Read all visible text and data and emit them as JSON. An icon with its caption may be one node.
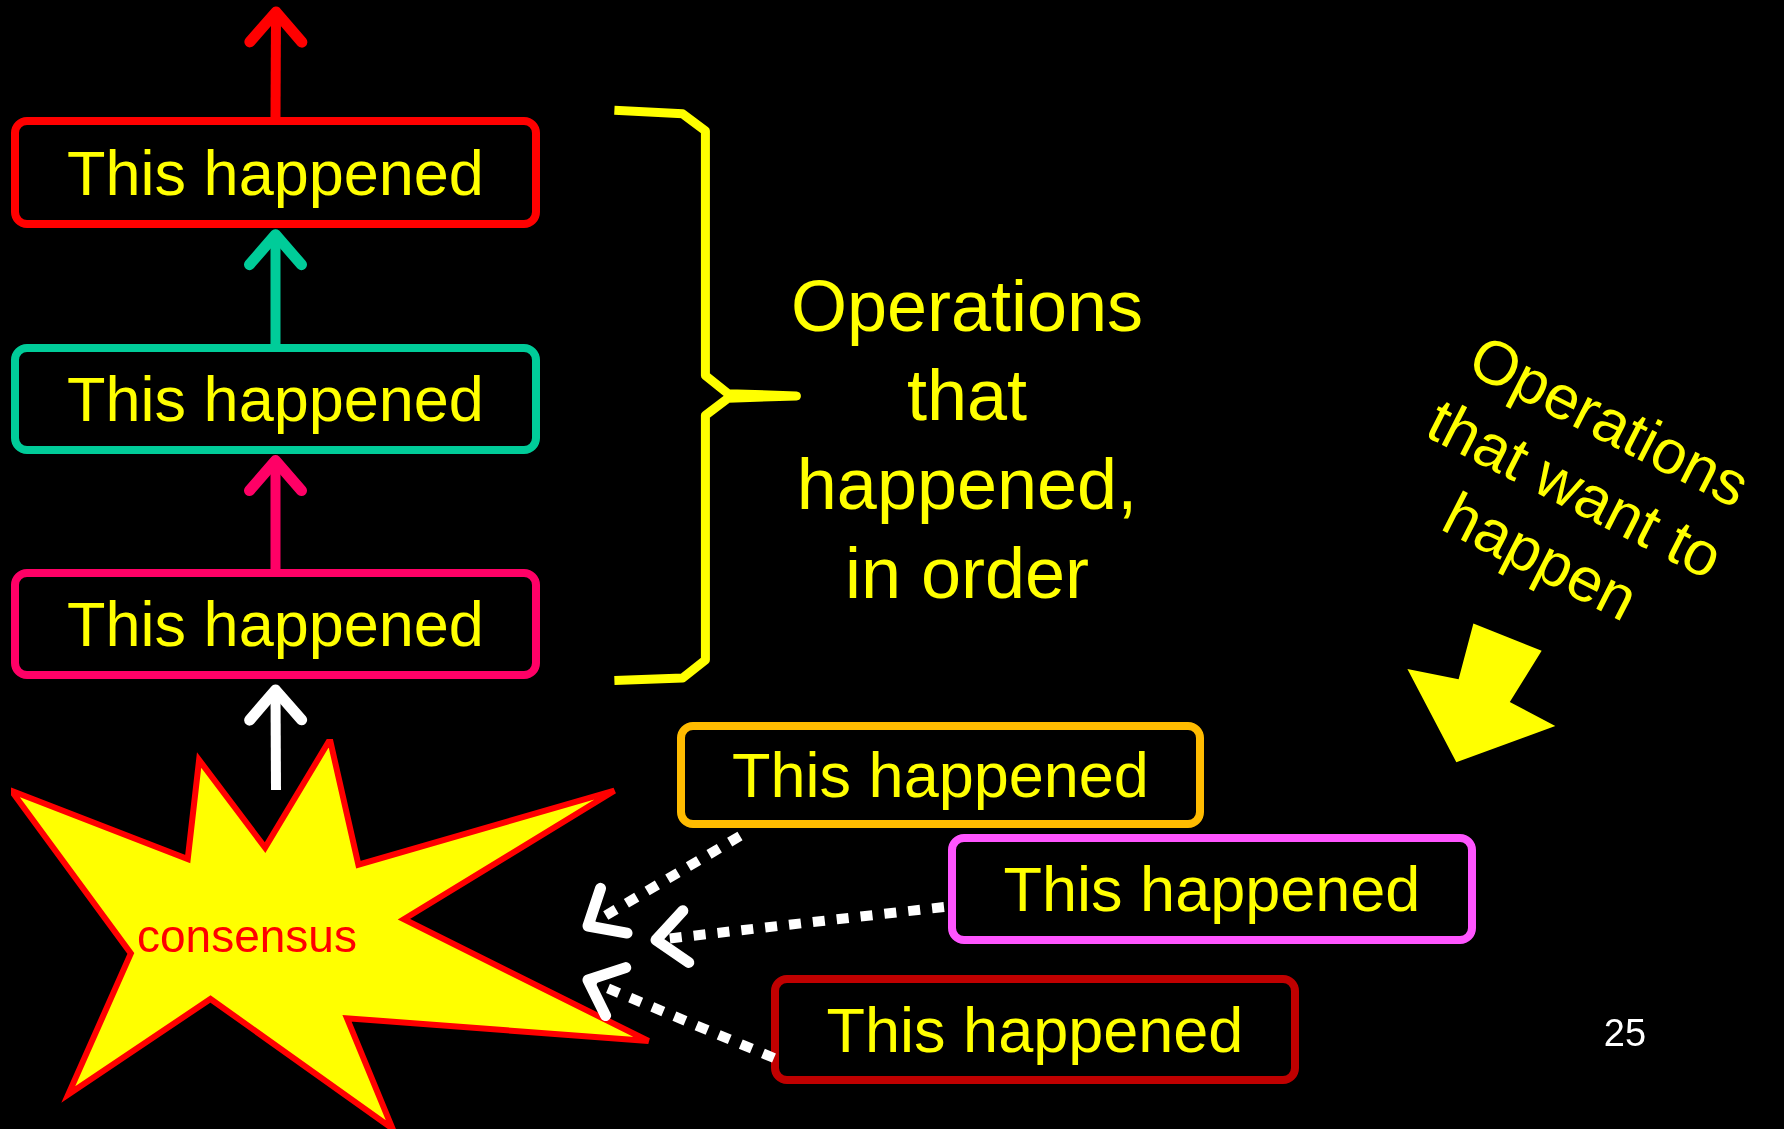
{
  "diagram": {
    "nodes": [
      {
        "text": [
          "This happened"
        ]
      },
      {
        "text": [
          "This happened"
        ]
      },
      {
        "text": [
          "This happened"
        ]
      },
      {
        "text": [
          "consensus"
        ]
      },
      {
        "text": [
          "This happened"
        ]
      },
      {
        "text": [
          "This happened"
        ]
      },
      {
        "text": [
          "This happened"
        ]
      }
    ],
    "edges": [
      {
        "from": 0,
        "to": null,
        "arrow": "to",
        "color": "#ff0000"
      },
      {
        "from": 1,
        "to": 0,
        "arrow": "to",
        "color": "#00cc99"
      },
      {
        "from": 2,
        "to": 1,
        "arrow": "to",
        "color": "#ff0066"
      },
      {
        "from": 3,
        "to": 2,
        "arrow": "to"
      },
      {
        "from": 4,
        "to": 3,
        "arrow": "to",
        "style": "dashed"
      },
      {
        "from": 5,
        "to": 3,
        "arrow": "to",
        "style": "dashed"
      },
      {
        "from": 6,
        "to": 3,
        "arrow": "to",
        "style": "dashed"
      }
    ],
    "labels": [
      "Operations that happened, in order",
      "Operations that want to happen",
      "25"
    ]
  }
}
